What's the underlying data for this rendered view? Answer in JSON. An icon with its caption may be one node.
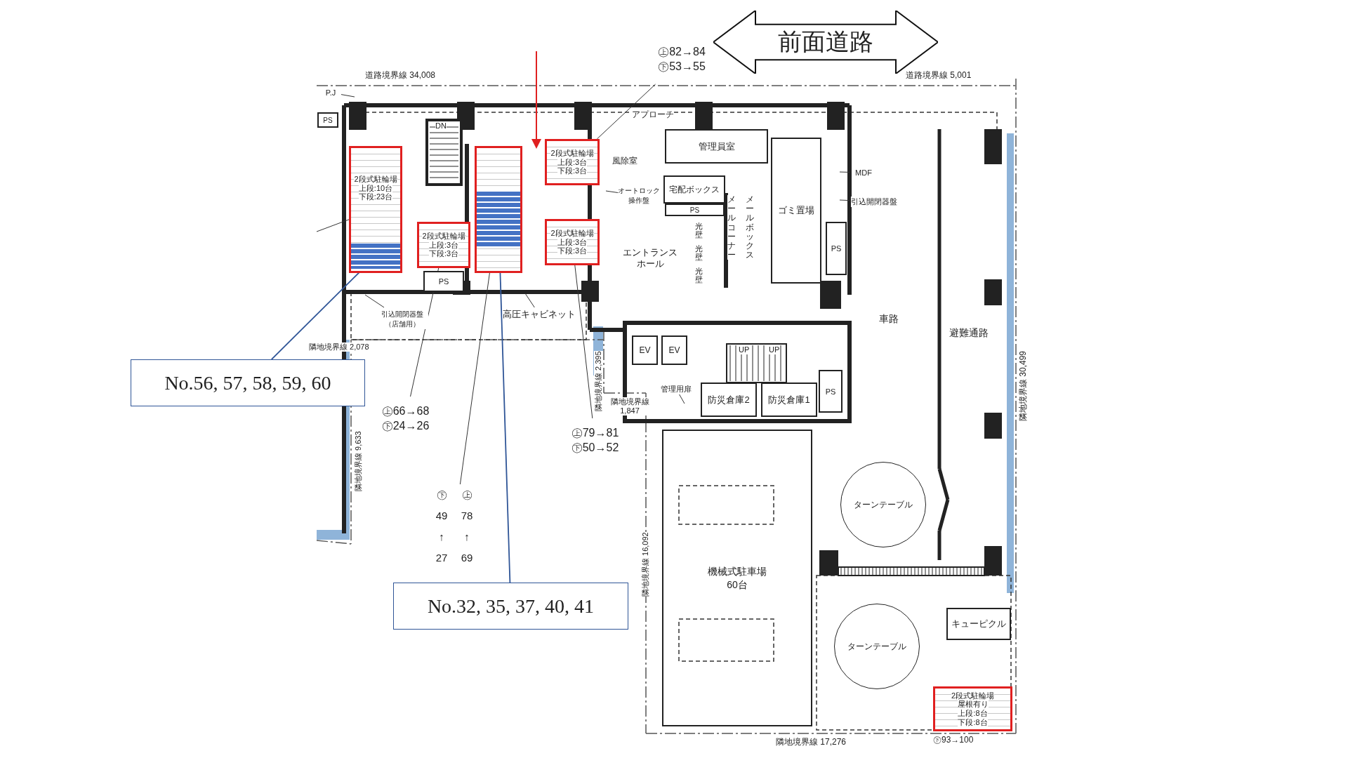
{
  "diagram": {
    "nodes": [
      {
        "text": [
          "前面道路"
        ]
      },
      {
        "text": [
          "2段式駐輪場",
          "上段:10台",
          "下段:23台"
        ]
      },
      {
        "text": [],
        "shape": "bar",
        "in": 1
      },
      {
        "text": [
          "2段式駐輪場",
          "上段:3台",
          "下段:3台"
        ]
      },
      {
        "text": [],
        "shape": "box"
      },
      {
        "text": [],
        "shape": "bar",
        "in": 4
      },
      {
        "text": [
          "2段式駐輪場",
          "上段:3台",
          "下段:3台"
        ]
      },
      {
        "text": [
          "2段式駐輪場",
          "上段:3台",
          "下段:3台"
        ]
      },
      {
        "text": [
          "2段式駐輪場",
          "屋根有り",
          "上段:8台",
          "下段:8台"
        ],
        "beside": [
          "㊦93→100"
        ]
      },
      {
        "text": [
          "No.56, 57, 58, 59, 60"
        ]
      },
      {
        "text": [
          "No.32, 35, 37, 40, 41"
        ]
      },
      {
        "text": [
          "㊤82→84",
          "㊦53→55"
        ]
      },
      {
        "text": [
          "㊤66→68",
          "㊦24→26"
        ]
      },
      {
        "text": [
          "㊤79→81",
          "㊦50→52"
        ]
      },
      {
        "text": [
          "㊦ 49 ↑ 27",
          "㊤ 78 ↑ 69"
        ]
      },
      {
        "text": [
          "管理員室"
        ]
      },
      {
        "text": [
          "ゴミ置場"
        ]
      },
      {
        "text": [
          "EV"
        ]
      },
      {
        "text": [
          "EV"
        ]
      },
      {
        "text": [
          "防災倉庫2"
        ]
      },
      {
        "text": [
          "防災倉庫1"
        ]
      },
      {
        "text": [
          "PS"
        ]
      },
      {
        "text": [
          "PS"
        ]
      },
      {
        "text": [
          "PS"
        ]
      },
      {
        "text": [
          "PS"
        ]
      },
      {
        "text": [
          "PS"
        ]
      },
      {
        "text": [
          "ターンテーブル"
        ]
      },
      {
        "text": [
          "ターンテーブル"
        ]
      },
      {
        "text": [
          "機械式駐車場",
          "60台"
        ]
      },
      {
        "text": [
          "キューピクル"
        ]
      },
      {
        "text": [
          "宅配ボックス"
        ]
      },
      {
        "text": [
          "オートロック操作盤"
        ]
      },
      {
        "text": [
          "MDF"
        ]
      },
      {
        "text": [
          "引込開閉器盤"
        ]
      },
      {
        "text": [
          "引込開閉器盤（店舗用）"
        ]
      },
      {
        "text": [
          "高圧キャビネット"
        ]
      },
      {
        "text": [
          "P.J"
        ]
      },
      {
        "text": [
          "管理用扉"
        ]
      }
    ],
    "edges": [
      {
        "from": 9,
        "to": 2,
        "arrow": "none",
        "color": "#2f5597"
      },
      {
        "from": 10,
        "to": 5,
        "arrow": "none",
        "color": "#2f5597"
      },
      {
        "from": 11,
        "to": 6,
        "arrow": "none"
      },
      {
        "from": 12,
        "to": 3,
        "arrow": "none"
      },
      {
        "from": 13,
        "to": 7,
        "arrow": "none"
      },
      {
        "from": 14,
        "to": 4,
        "arrow": "none"
      },
      {
        "from": null,
        "to": 1,
        "arrow": "none"
      },
      {
        "from": 31,
        "to": null,
        "arrow": "none"
      },
      {
        "from": 32,
        "to": null,
        "arrow": "none"
      },
      {
        "from": 33,
        "to": null,
        "arrow": "none"
      },
      {
        "from": 34,
        "to": null,
        "arrow": "none"
      },
      {
        "from": 35,
        "to": null,
        "arrow": "none"
      },
      {
        "from": 36,
        "to": null,
        "arrow": "none"
      },
      {
        "from": 37,
        "to": null,
        "arrow": "none"
      }
    ],
    "labels": [
      "道路境界線 34,008",
      "道路境界線 5,001",
      "DN",
      "アプローチ",
      "風除室",
      "メールコーナー",
      "メールボックス",
      "光壁",
      "光壁",
      "光壁",
      "エントランスホール",
      "車路",
      "避難通路",
      "隣地境界線 30,499",
      "隣地境界線 2,078",
      "隣地境界線 2,395",
      "隣地境界線 1,847",
      "UP",
      "UP",
      "隣地境界線 9,633",
      "隣地境界線 16,092",
      "隣地境界線 17,276"
    ]
  }
}
